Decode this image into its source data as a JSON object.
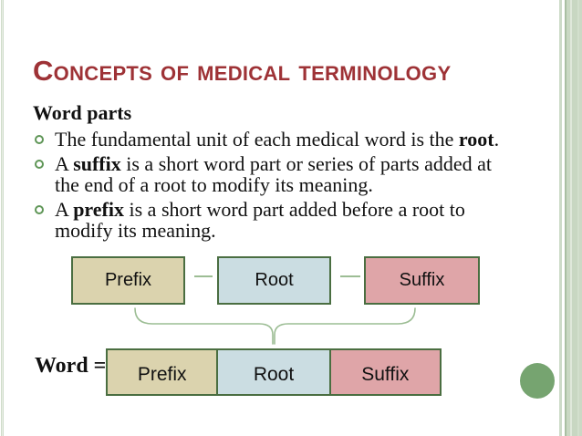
{
  "title": {
    "text": "Concepts of medical terminology",
    "color": "#9e3236"
  },
  "content": {
    "heading": "Word parts",
    "bullets": [
      {
        "pre": "The fundamental unit of each medical word is the ",
        "bold": "root",
        "post": "."
      },
      {
        "pre": "A ",
        "bold": "suffix",
        "post": " is a short word part or series of parts added at\nthe end of a root to modify its meaning."
      },
      {
        "pre": "A ",
        "bold": "prefix",
        "post": " is a short word part added before a root to\nmodify its meaning."
      }
    ],
    "bullet_marker_color": "#5f9657"
  },
  "diagram": {
    "top_boxes": [
      {
        "label": "Prefix",
        "fill": "#dbd3ae"
      },
      {
        "label": "Root",
        "fill": "#cbdde2"
      },
      {
        "label": "Suffix",
        "fill": "#dfa5a8"
      }
    ],
    "combined": {
      "equation_label": "Word =",
      "segments": [
        {
          "label": "Prefix",
          "fill": "#dbd3ae"
        },
        {
          "label": "Root",
          "fill": "#cbdde2"
        },
        {
          "label": "Suffix",
          "fill": "#dfa5a8"
        }
      ]
    },
    "box_border_color": "#4a6e41",
    "connector_color": "#9cbd94"
  },
  "decor": {
    "accent_circle_color": "#76a470",
    "side_stripe_colors": [
      "#ccdac6",
      "#a9bfa2"
    ]
  }
}
